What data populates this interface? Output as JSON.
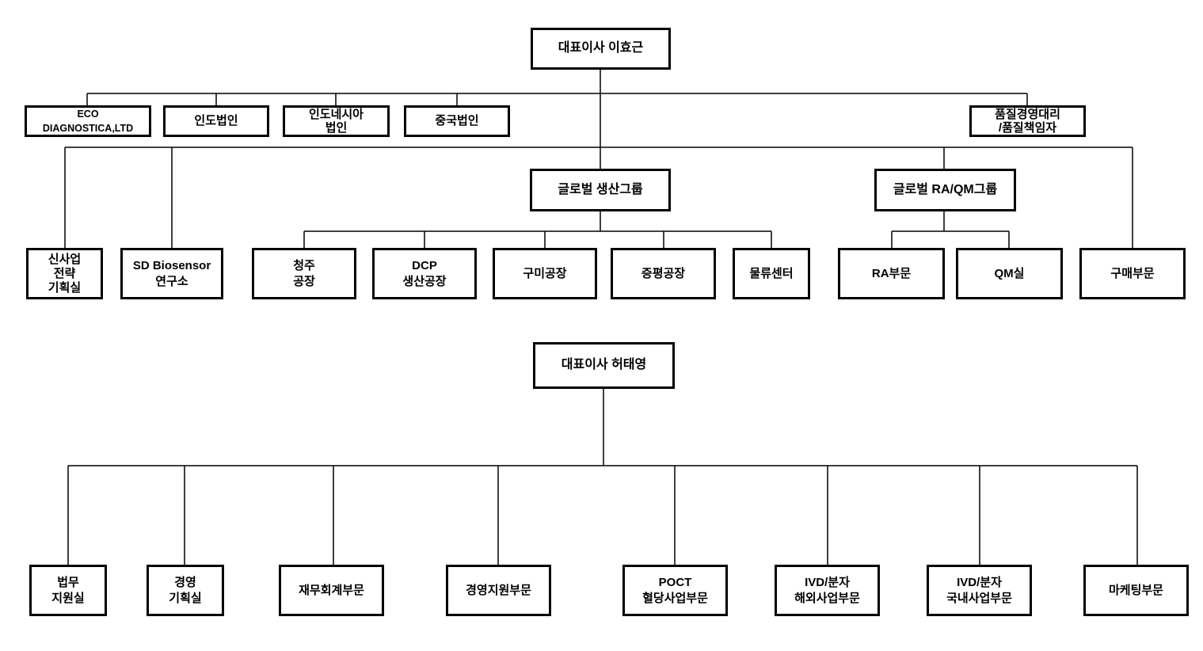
{
  "org_top": {
    "ceo": "대표이사 이효근",
    "nodes": {
      "eco_diagnostica": "ECO\nDIAGNOSTICA,LTD",
      "india_corp": "인도법인",
      "indonesia_corp": "인도네시아\n법인",
      "china_corp": "중국법인",
      "quality_rep": "품질경영대리\n/품질책임자",
      "global_production_group": "글로벌 생산그룹",
      "global_raqm_group": "글로벌 RA/QM그룹",
      "new_business_strategy": "신사업\n전략\n기획실",
      "sd_biosensor_lab": "SD Biosensor\n연구소",
      "cheongju_plant": "청주\n공장",
      "dcp_plant": "DCP\n생산공장",
      "gumi_plant": "구미공장",
      "jeungpyeong_plant": "증평공장",
      "logistics_center": "물류센터",
      "ra_division": "RA부문",
      "qm_office": "QM실",
      "purchasing_division": "구매부문"
    }
  },
  "org_bottom": {
    "ceo": "대표이사 허태영",
    "nodes": {
      "legal_support": "법무\n지원실",
      "management_planning": "경영\n기획실",
      "finance_accounting": "재무회계부문",
      "management_support": "경영지원부문",
      "poct_glucose": "POCT\n혈당사업부문",
      "ivd_overseas": "IVD/분자\n해외사업부문",
      "ivd_domestic": "IVD/분자\n국내사업부문",
      "marketing": "마케팅부문"
    }
  },
  "colors": {
    "line": "#000000",
    "border": "#000000",
    "background": "#ffffff",
    "text": "#000000"
  }
}
